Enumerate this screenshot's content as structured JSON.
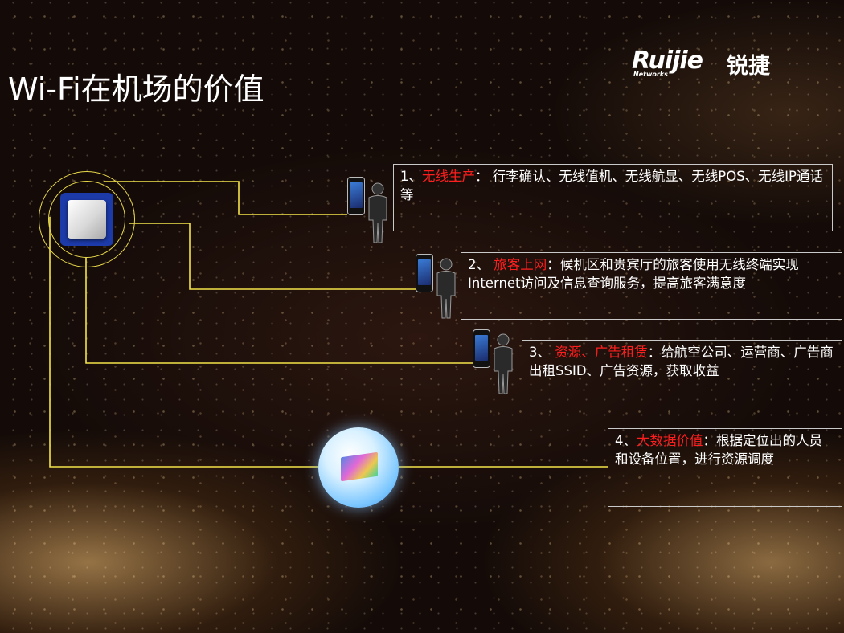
{
  "title": "Wi-Fi在机场的价值",
  "logo": {
    "brand": "Ruijie",
    "sub": "Networks",
    "cn": "锐捷"
  },
  "colors": {
    "line": "#f4e44a",
    "highlight": "#ff1e1e",
    "ap_square": "#1c3aa8"
  },
  "icons": [
    "access-point-icon",
    "smartphone-icon",
    "person-icon",
    "globe-data-icon"
  ],
  "items": [
    {
      "num": "1、",
      "highlight": "无线生产",
      "rest": "： 行李确认、无线值机、无线航显、无线POS、无线IP通话等"
    },
    {
      "num": "2、 ",
      "highlight": "旅客上网",
      "rest": "：候机区和贵宾厅的旅客使用无线终端实现Internet访问及信息查询服务，提高旅客满意度"
    },
    {
      "num": "3、 ",
      "highlight": "资源、广告租赁",
      "rest": "：给航空公司、运营商、广告商出租SSID、广告资源，获取收益"
    },
    {
      "num": "4、",
      "highlight": "大数据价值",
      "rest": "：根据定位出的人员和设备位置，进行资源调度"
    }
  ]
}
